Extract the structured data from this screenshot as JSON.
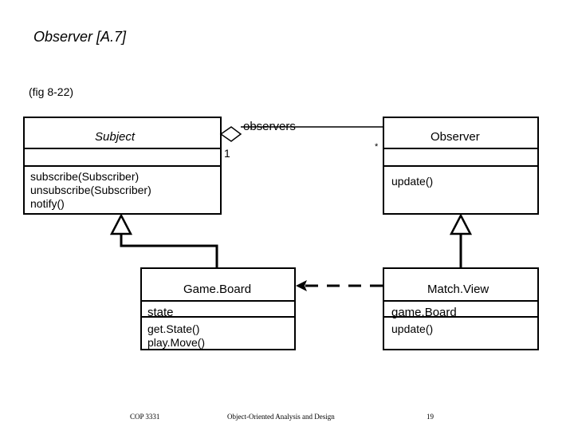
{
  "slide": {
    "title": "Observer [A.7]",
    "figure_ref": "(fig 8-22)"
  },
  "classes": {
    "subject": {
      "name": "Subject",
      "operations": [
        "subscribe(Subscriber)",
        "unsubscribe(Subscriber)",
        "notify()"
      ]
    },
    "observer": {
      "name": "Observer",
      "operations": [
        "update()"
      ]
    },
    "game_board": {
      "name": "Game.Board",
      "attributes": [
        "state"
      ],
      "operations": [
        "get.State()",
        "play.Move()"
      ]
    },
    "match_view": {
      "name": "Match.View",
      "attributes": [
        "game.Board"
      ],
      "operations": [
        "update()"
      ]
    }
  },
  "association": {
    "role": "observers",
    "subject_multiplicity": "1",
    "observer_multiplicity": "*"
  },
  "footer": {
    "course": "COP 3331",
    "course_title": "Object-Oriented Analysis and Design",
    "page": "19"
  }
}
